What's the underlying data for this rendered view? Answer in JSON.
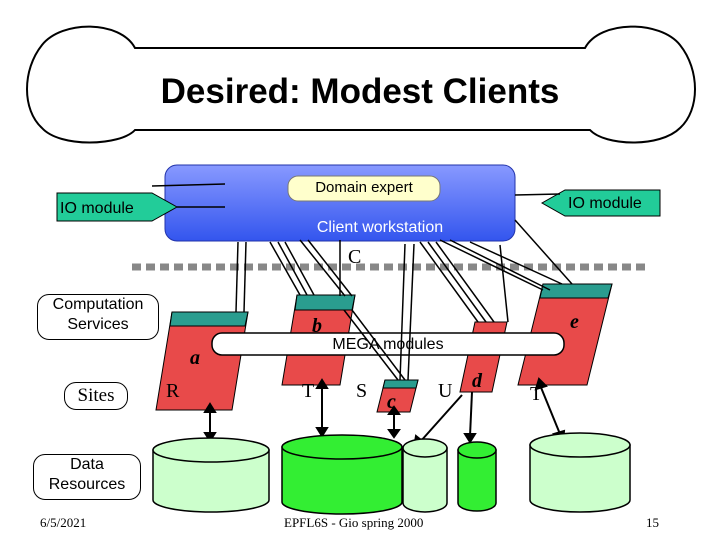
{
  "slide": {
    "title": "Desired: Modest Clients",
    "domain_expert": "Domain expert",
    "client_workstation": "Client workstation",
    "io_module_left": "IO module",
    "io_module_right": "IO module",
    "c_label": "C",
    "computation_services": "Computation Services",
    "sites": "Sites",
    "mega_modules": "MEGA modules",
    "data_resources": "Data Resources",
    "module_letters": {
      "a": "a",
      "b": "b",
      "c": "c",
      "d": "d",
      "e": "e"
    },
    "site_letters": {
      "R": "R",
      "T1": "T",
      "S": "S",
      "U": "U",
      "T2": "T"
    },
    "footer": {
      "date": "6/5/2021",
      "course": "EPFL6S - Gio spring 2000",
      "page": "15"
    }
  },
  "colors": {
    "module_red": "#e84a4a",
    "module_teal": "#2a9d8f",
    "db_green": "#ccffcc",
    "db_bright_green": "#33ee33",
    "workstation_blue": "#4466ee",
    "io_green": "#22cc99",
    "domain_box": "#ffffcc"
  }
}
